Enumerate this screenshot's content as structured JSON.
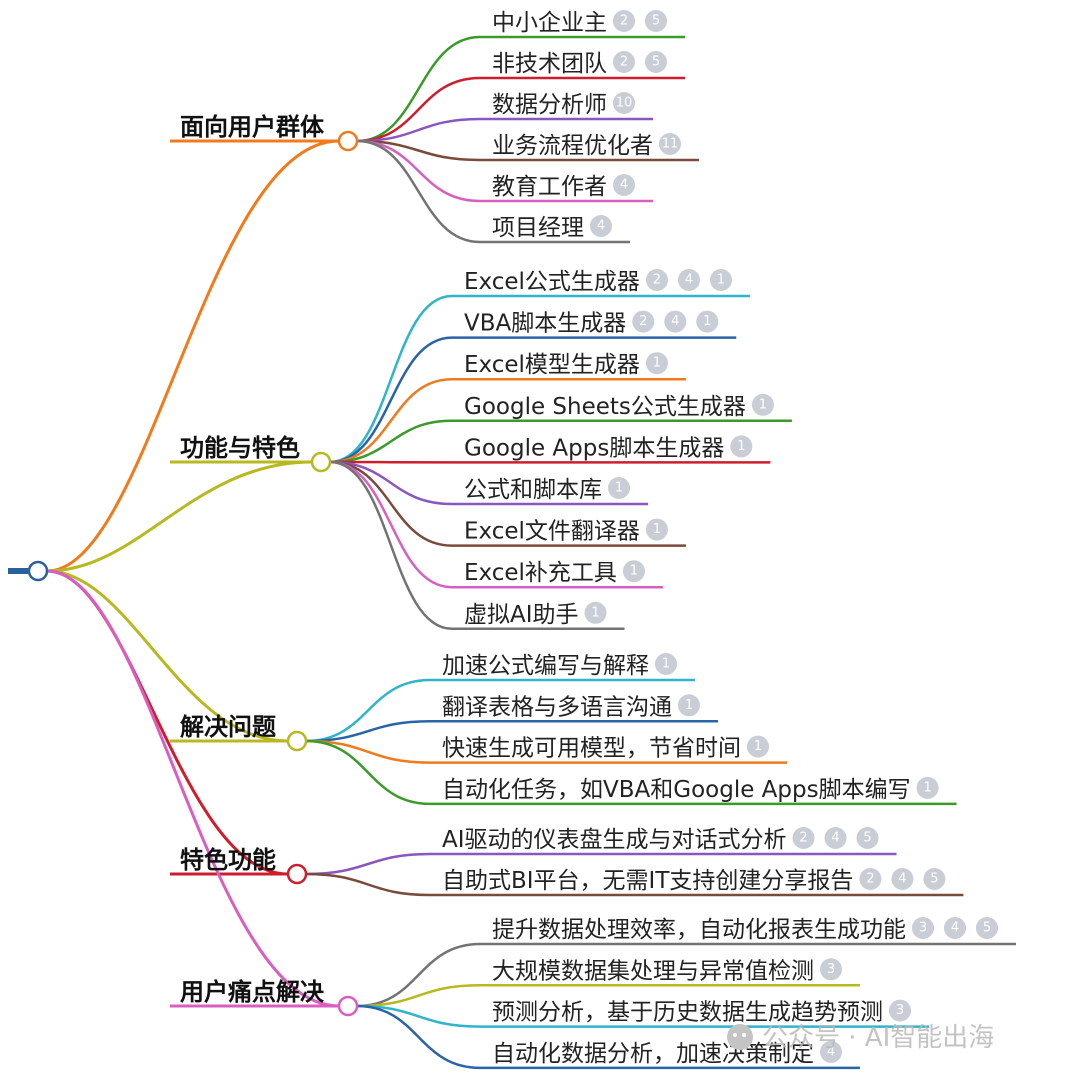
{
  "branches": [
    {
      "label": "面向用户群体",
      "color": "#f07a1c",
      "leaves": [
        {
          "text": "中小企业主",
          "refs": [
            "2",
            "5"
          ],
          "color": "#3a9a2a"
        },
        {
          "text": "非技术团队",
          "refs": [
            "2",
            "5"
          ],
          "color": "#cc1e2c"
        },
        {
          "text": "数据分析师",
          "refs": [
            "10"
          ],
          "color": "#8a56c0"
        },
        {
          "text": "业务流程优化者",
          "refs": [
            "11"
          ],
          "color": "#7a4a3a"
        },
        {
          "text": "教育工作者",
          "refs": [
            "4"
          ],
          "color": "#d85fc0"
        },
        {
          "text": "项目经理",
          "refs": [
            "4"
          ],
          "color": "#737373"
        }
      ]
    },
    {
      "label": "功能与特色",
      "color": "#b8b820",
      "leaves": [
        {
          "text": "Excel公式生成器",
          "refs": [
            "2",
            "4",
            "1"
          ],
          "color": "#2fb4cc"
        },
        {
          "text": "VBA脚本生成器",
          "refs": [
            "2",
            "4",
            "1"
          ],
          "color": "#2a64a8"
        },
        {
          "text": "Excel模型生成器",
          "refs": [
            "1"
          ],
          "color": "#f07a1c"
        },
        {
          "text": "Google Sheets公式生成器",
          "refs": [
            "1"
          ],
          "color": "#3a9a2a"
        },
        {
          "text": "Google Apps脚本生成器",
          "refs": [
            "1"
          ],
          "color": "#cc1e2c"
        },
        {
          "text": "公式和脚本库",
          "refs": [
            "1"
          ],
          "color": "#8a56c0"
        },
        {
          "text": "Excel文件翻译器",
          "refs": [
            "1"
          ],
          "color": "#7a4a3a"
        },
        {
          "text": "Excel补充工具",
          "refs": [
            "1"
          ],
          "color": "#d85fc0"
        },
        {
          "text": "虚拟AI助手",
          "refs": [
            "1"
          ],
          "color": "#737373"
        }
      ]
    },
    {
      "label": "解决问题",
      "color": "#b8b820",
      "leaves": [
        {
          "text": "加速公式编写与解释",
          "refs": [
            "1"
          ],
          "color": "#2fb4cc"
        },
        {
          "text": "翻译表格与多语言沟通",
          "refs": [
            "1"
          ],
          "color": "#2a64a8"
        },
        {
          "text": "快速生成可用模型，节省时间",
          "refs": [
            "1"
          ],
          "color": "#f07a1c"
        },
        {
          "text": "自动化任务，如VBA和Google Apps脚本编写",
          "refs": [
            "1"
          ],
          "color": "#3a9a2a"
        }
      ]
    },
    {
      "label": "特色功能",
      "color": "#cc1e2c",
      "leaves": [
        {
          "text": "AI驱动的仪表盘生成与对话式分析",
          "refs": [
            "2",
            "4",
            "5"
          ],
          "color": "#8a56c0"
        },
        {
          "text": "自助式BI平台，无需IT支持创建分享报告",
          "refs": [
            "2",
            "4",
            "5"
          ],
          "color": "#7a4a3a"
        }
      ]
    },
    {
      "label": "用户痛点解决",
      "color": "#d85fc0",
      "leaves": [
        {
          "text": "提升数据处理效率，自动化报表生成功能",
          "refs": [
            "3",
            "4",
            "5"
          ],
          "color": "#737373"
        },
        {
          "text": "大规模数据集处理与异常值检测",
          "refs": [
            "3"
          ],
          "color": "#b8b820"
        },
        {
          "text": "预测分析，基于历史数据生成趋势预测",
          "refs": [
            "3"
          ],
          "color": "#2fb4cc"
        },
        {
          "text": "自动化数据分析，加速决策制定",
          "refs": [
            "4"
          ],
          "color": "#2a64a8"
        }
      ]
    }
  ],
  "watermark": "公众号 · AI智能出海",
  "colors": {
    "root": "#2a5fa0",
    "background": "#ffffff"
  }
}
